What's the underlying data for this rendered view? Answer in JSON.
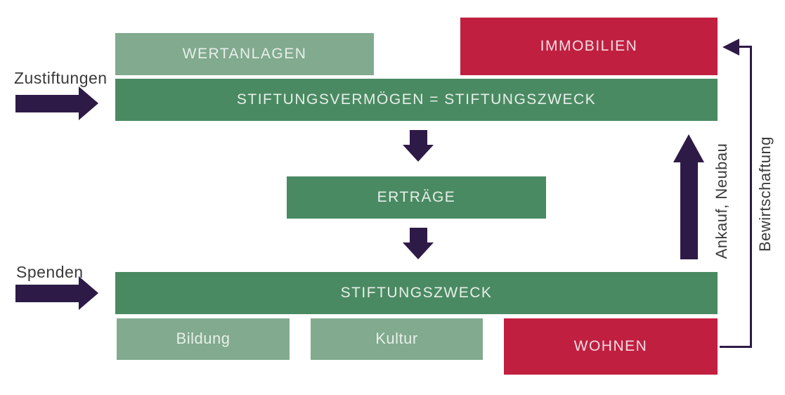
{
  "diagram": {
    "title": "Stiftung asset-flow diagram",
    "boxes": {
      "wertanlagen": {
        "label": "WERTANLAGEN"
      },
      "immobilien": {
        "label": "IMMOBILIEN"
      },
      "stiftungsvermoegen": {
        "label": "STIFTUNGSVERMÖGEN = STIFTUNGSZWECK"
      },
      "ertraege": {
        "label": "ERTRÄGE"
      },
      "stiftungszweck": {
        "label": "STIFTUNGSZWECK"
      },
      "bildung": {
        "label": "Bildung"
      },
      "kultur": {
        "label": "Kultur"
      },
      "wohnen": {
        "label": "WOHNEN"
      }
    },
    "labels": {
      "zustiftungen": "Zustiftungen",
      "spenden": "Spenden",
      "ankauf_neubau": "Ankauf, Neubau",
      "bewirtschaftung": "Bewirtschaftung"
    },
    "colors": {
      "light_green": "#81aa8e",
      "dark_green": "#4a8a62",
      "red": "#c11f40",
      "purple": "#2e1a47",
      "label_text": "#3b3b3b",
      "box_text_green": "#e7efe9",
      "box_text_red": "#efdde2",
      "background": "#ffffff"
    }
  }
}
